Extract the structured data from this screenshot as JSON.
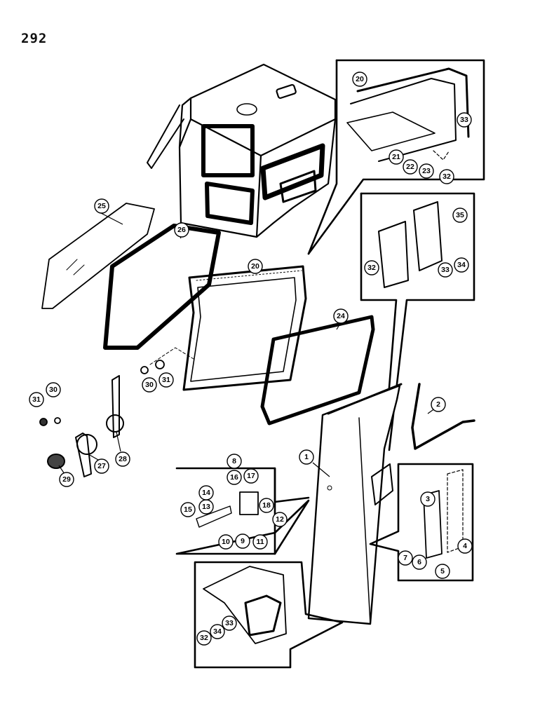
{
  "page": {
    "number": "292"
  },
  "callouts": [
    "1",
    "2",
    "3",
    "4",
    "5",
    "6",
    "7",
    "8",
    "9",
    "10",
    "11",
    "12",
    "13",
    "14",
    "15",
    "16",
    "17",
    "18",
    "20",
    "20",
    "21",
    "22",
    "23",
    "24",
    "25",
    "26",
    "27",
    "28",
    "29",
    "30",
    "30",
    "31",
    "31",
    "32",
    "32",
    "32",
    "33",
    "33",
    "33",
    "34",
    "34",
    "35"
  ]
}
